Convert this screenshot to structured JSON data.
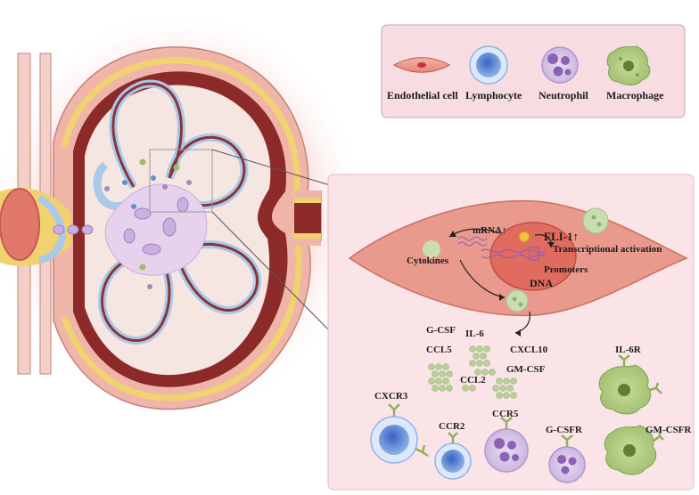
{
  "legend": {
    "items": [
      {
        "label": "Endothelial cell",
        "icon": "endothelial-cell-icon"
      },
      {
        "label": "Lymphocyte",
        "icon": "lymphocyte-icon"
      },
      {
        "label": "Neutrophil",
        "icon": "neutrophil-icon"
      },
      {
        "label": "Macrophage",
        "icon": "macrophage-icon"
      }
    ]
  },
  "cell_panel": {
    "mrna": "mRNA↑",
    "fli1": "FLI-1↑",
    "transcriptional": "Transcriptional activation",
    "cytokines": "Cytokines",
    "promoters": "Promoters",
    "dna": "DNA"
  },
  "cytokines": [
    "G-CSF",
    "IL-6",
    "CCL5",
    "CXCL10",
    "GM-CSF",
    "CCL2"
  ],
  "receptors": [
    "CXCR3",
    "CCR2",
    "CCR5",
    "G-CSFR",
    "IL-6R",
    "GM-CSFR"
  ],
  "colors": {
    "legend_bg": "#f7dde2",
    "panel_bg": "#fbe4e8",
    "lymphocyte": "#5f8fd6",
    "neutrophil": "#a985c4",
    "macrophage": "#9dbd6c",
    "endothelial": "#e99384",
    "basement": "#f0d070"
  }
}
